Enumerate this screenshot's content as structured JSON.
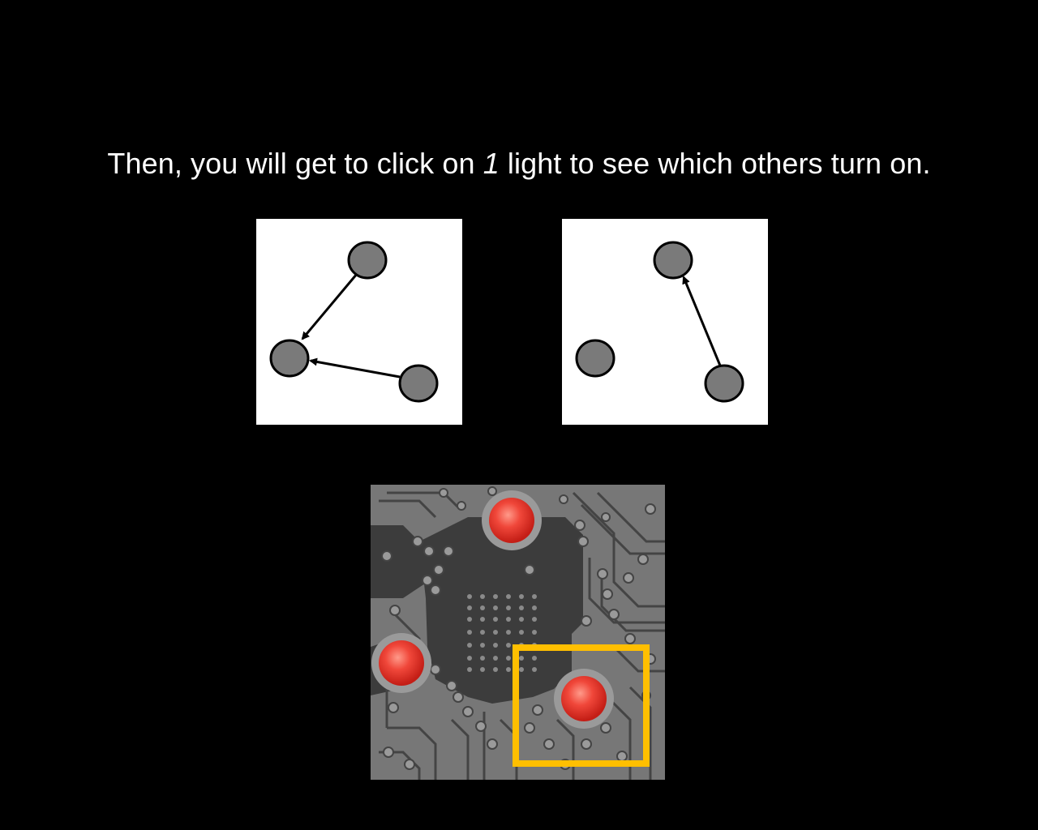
{
  "instruction": {
    "before": "Then, you will get to click on ",
    "number": "1",
    "after": " light to see which others turn on."
  },
  "colors": {
    "background": "#000000",
    "text": "#ffffff",
    "node_fill": "#7a7a7a",
    "board": "#777777",
    "board_dark": "#3a3a3a",
    "light": "#e83a2e",
    "selection": "#ffbf00"
  },
  "graphs": [
    {
      "name": "left-causal-graph",
      "nodes": [
        "top",
        "left",
        "right"
      ],
      "edges": [
        [
          "top",
          "left"
        ],
        [
          "right",
          "left"
        ]
      ]
    },
    {
      "name": "right-causal-graph",
      "nodes": [
        "top",
        "left",
        "right"
      ],
      "edges": [
        [
          "right",
          "top"
        ]
      ]
    }
  ],
  "board": {
    "lights": [
      "top",
      "left",
      "right"
    ],
    "lights_on": [
      "top",
      "left",
      "right"
    ],
    "selected_light": "right"
  }
}
